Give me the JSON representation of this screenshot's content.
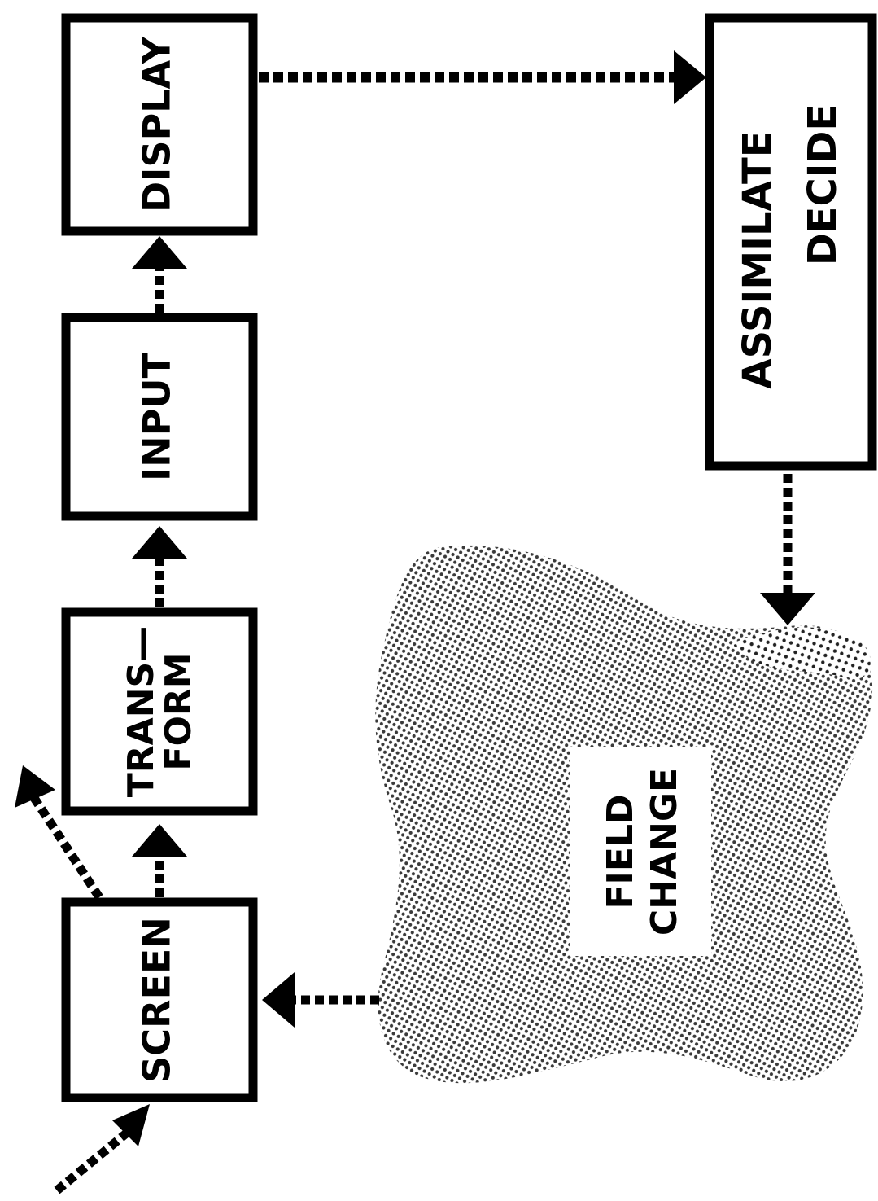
{
  "nodes": {
    "screen": {
      "label": "SCREEN"
    },
    "transform": {
      "line1": "TRANS—",
      "line2": "FORM"
    },
    "input": {
      "label": "INPUT"
    },
    "display": {
      "label": "DISPLAY"
    },
    "assimilate": {
      "line1": "ASSIMILATE",
      "line2": "DECIDE"
    },
    "field_change": {
      "line1": "FIELD",
      "line2": "CHANGE"
    }
  },
  "colors": {
    "ink": "#000000",
    "paper": "#ffffff",
    "stipple": "#4a4a4a"
  }
}
